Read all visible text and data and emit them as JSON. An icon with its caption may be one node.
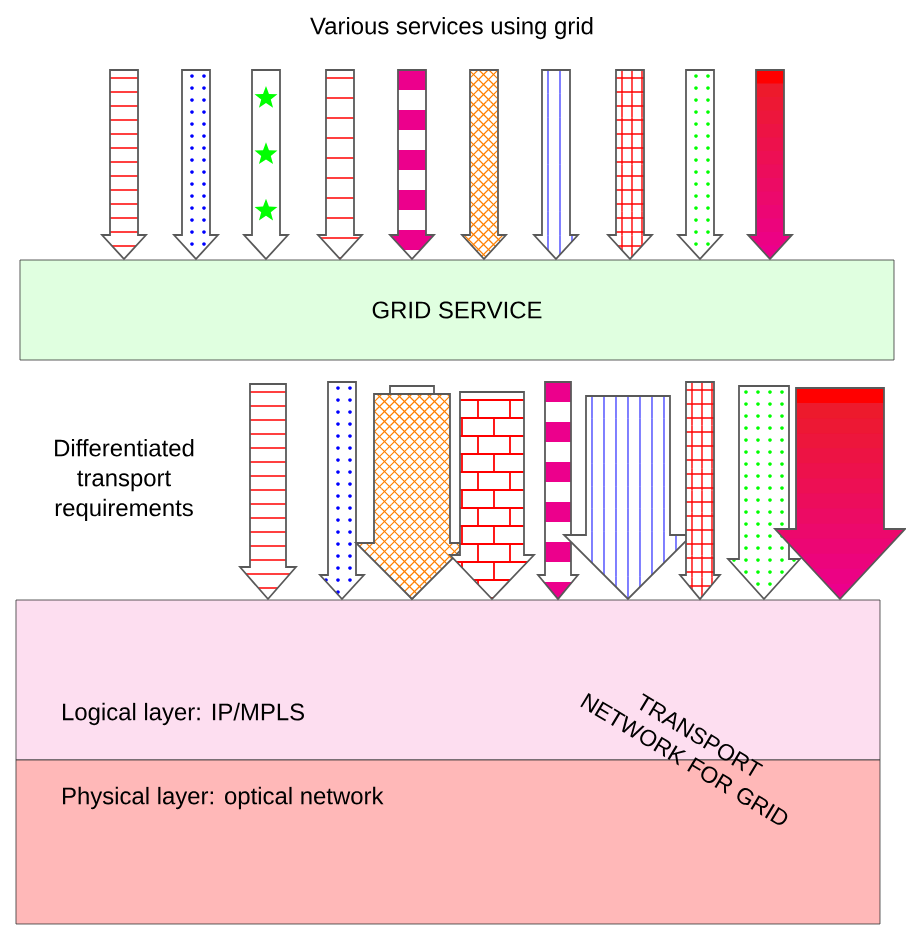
{
  "diagram": {
    "title": "Various services using grid",
    "nodes": [
      {
        "text": [
          "GRID SERVICE"
        ]
      },
      {
        "text": [
          "Logical layer: IP/MPLS"
        ]
      },
      {
        "text": [
          "Physical layer: optical network"
        ]
      }
    ],
    "edges": [
      {
        "from": null,
        "to": 0,
        "arrow": "to"
      },
      {
        "from": null,
        "to": 0,
        "arrow": "to"
      },
      {
        "from": null,
        "to": 0,
        "arrow": "to"
      },
      {
        "from": null,
        "to": 0,
        "arrow": "to"
      },
      {
        "from": null,
        "to": 0,
        "arrow": "to"
      },
      {
        "from": null,
        "to": 0,
        "arrow": "to",
        "color": "#ff8000"
      },
      {
        "from": null,
        "to": 0,
        "arrow": "to",
        "color": "#0000ff"
      },
      {
        "from": null,
        "to": 0,
        "arrow": "to"
      },
      {
        "from": null,
        "to": 0,
        "arrow": "to"
      },
      {
        "from": null,
        "to": 0,
        "arrow": "to"
      },
      {
        "from": 0,
        "to": 1,
        "arrow": "to"
      },
      {
        "from": 0,
        "to": 1,
        "arrow": "to"
      },
      {
        "from": 0,
        "to": 1,
        "arrow": "to"
      },
      {
        "from": 0,
        "to": 1,
        "arrow": "to",
        "color": "#ff8000"
      },
      {
        "from": 0,
        "to": 1,
        "arrow": "to"
      },
      {
        "from": 0,
        "to": 1,
        "arrow": "to"
      },
      {
        "from": 0,
        "to": 1,
        "arrow": "to",
        "color": "#0000ff"
      },
      {
        "from": 0,
        "to": 1,
        "arrow": "to"
      },
      {
        "from": 0,
        "to": 1,
        "arrow": "to"
      },
      {
        "from": 0,
        "to": 1,
        "arrow": "to"
      }
    ],
    "labels": [
      "Differentiated transport requirements",
      "TRANSPORT NETWORK FOR GRID"
    ]
  }
}
